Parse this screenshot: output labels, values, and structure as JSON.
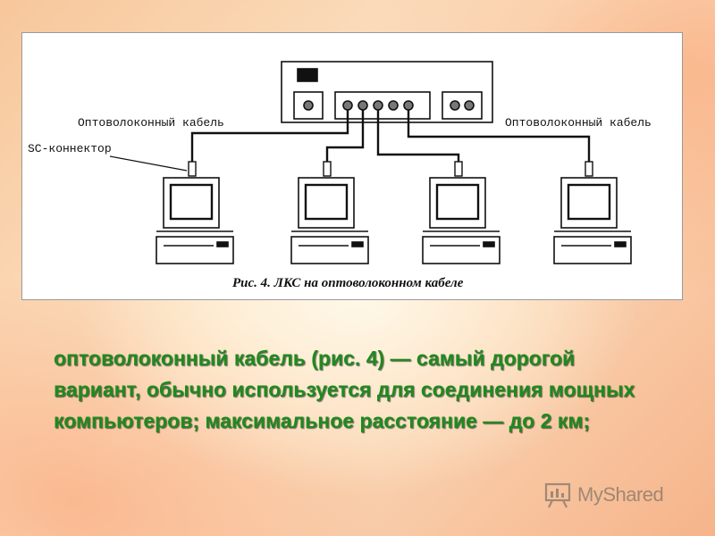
{
  "diagram": {
    "label_left_cable": "Оптоволоконный кабель",
    "label_right_cable": "Оптоволоконный кабель",
    "label_connector": "SC-коннектор",
    "caption": "Рис. 4. ЛКС на оптоволоконном кабеле"
  },
  "body": {
    "text": "оптоволоконный кабель (рис. 4) — самый дорогой вариант, обычно используется для соединения мощных компьютеров; максимальное расстояние — до 2 км;"
  },
  "watermark": {
    "text": "MyShared"
  },
  "colors": {
    "text_green": "#1e8a1e",
    "frame_border": "#9a9a9a"
  }
}
